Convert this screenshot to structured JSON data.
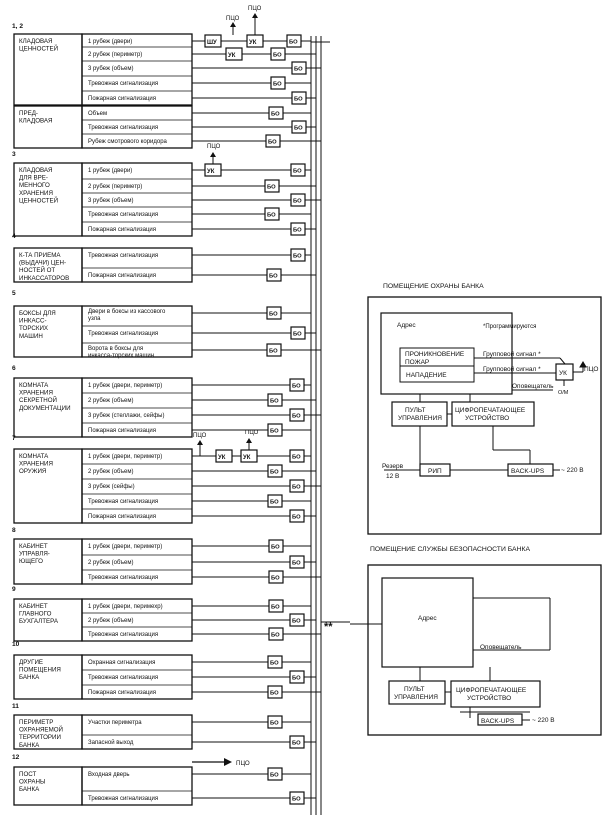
{
  "left": {
    "sections": [
      {
        "num": "1, 2",
        "title": [
          "КЛАДОВАЯ",
          "ЦЕННОСТЕЙ"
        ],
        "rows": [
          "1 рубеж (двери)",
          "2 рубеж (периметр)",
          "3 рубеж (объем)",
          "Тревожная сигнализация",
          "Пожарная сигнализация"
        ]
      },
      {
        "num": "",
        "title": [
          "ПРЕД-",
          "КЛАДОВАЯ"
        ],
        "rows": [
          "Объем",
          "Тревожная сигнализация",
          "Рубеж смотрового коридора"
        ]
      },
      {
        "num": "3",
        "title": [
          "КЛАДОВАЯ",
          "ДЛЯ ВРЕ-",
          "МЕННОГО",
          "ХРАНЕНИЯ",
          "ЦЕННОСТЕЙ"
        ],
        "rows": [
          "1 рубеж (двери)",
          "2 рубеж (периметр)",
          "3 рубеж (объем)",
          "Тревожная сигнализация",
          "Пожарная сигнализация"
        ]
      },
      {
        "num": "4",
        "title": [
          "К-ТА ПРИЕМА",
          "(ВЫДАЧИ) ЦЕН-",
          "НОСТЕЙ ОТ",
          "ИНКАССАТОРОВ"
        ],
        "rows": [
          "Тревожная сигнализация",
          "Пожарная сигнализация"
        ]
      },
      {
        "num": "5",
        "title": [
          "БОКСЫ ДЛЯ",
          "ИНКАСС-",
          "ТОРСКИХ",
          "МАШИН"
        ],
        "rows": [
          "Двери в боксы из кассового узла",
          "Тревожная сигнализация",
          "Ворота в боксы для инкасса-торских машин"
        ]
      },
      {
        "num": "6",
        "title": [
          "КОМНАТА",
          "ХРАНЕНИЯ",
          "СЕКРЕТНОЙ",
          "ДОКУМЕНТАЦИИ"
        ],
        "rows": [
          "1 рубеж (двери, периметр)",
          "2 рубеж (объем)",
          "3 рубеж (стеллажи, сейфы)",
          "Пожарная сигнализация"
        ]
      },
      {
        "num": "7",
        "title": [
          "КОМНАТА",
          "ХРАНЕНИЯ",
          "ОРУЖИЯ"
        ],
        "rows": [
          "1 рубеж (двери, периметр)",
          "2 рубеж (объем)",
          "3 рубеж (сейфы)",
          "Тревожная сигнализация",
          "Пожарная сигнализация"
        ]
      },
      {
        "num": "8",
        "title": [
          "КАБИНЕТ",
          "УПРАВЛЯ-",
          "ЮЩЕГО"
        ],
        "rows": [
          "1 рубеж (двери, периметр)",
          "2 рубеж (объем)",
          "Тревожная сигнализация"
        ]
      },
      {
        "num": "9",
        "title": [
          "КАБИНЕТ",
          "ГЛАВНОГО",
          "БУХГАЛТЕРА"
        ],
        "rows": [
          "1 рубеж (двери, перимехр)",
          "2 рубеж (объем)",
          "Тревожная сигнализация"
        ]
      },
      {
        "num": "10",
        "title": [
          "ДРУГИЕ",
          "ПОМЕЩЕНИЯ",
          "БАНКА"
        ],
        "rows": [
          "Охранная сигнализация",
          "Тревожная сигнализация",
          "Пожарная сигнализация"
        ]
      },
      {
        "num": "11",
        "title": [
          "ПЕРИМЕТР",
          "ОХРАНЯЕМОЙ",
          "ТЕРРИТОРИИ",
          "БАНКА"
        ],
        "rows": [
          "Участки периметра",
          "Запасной выход"
        ]
      },
      {
        "num": "12",
        "title": [
          "ПОСТ",
          "ОХРАНЫ",
          "БАНКА"
        ],
        "rows": [
          "Входная дверь",
          "Тревожная сигнализация"
        ]
      }
    ],
    "bo": "БО",
    "uk": "УК",
    "shu": "ШУ",
    "pco": "ПЦО",
    "pco_arrow": "→ ПЦО",
    "star2": "**"
  },
  "guard_room": {
    "title": "ПОМЕЩЕНИЕ ОХРАНЫ БАНКА",
    "address": "Адрес",
    "programmed": "*Программируются",
    "fire_lines": [
      "ПРОНИКНОВЕНИЕ",
      "ПОЖАР"
    ],
    "attack": "НАПАДЕНИЕ",
    "group1": "Групповой сигнал *",
    "group2": "Групповой сигнал *",
    "announcer": "Оповещатель",
    "uk": "УК",
    "pco": "ПЦО",
    "om": "О/М",
    "console": [
      "ПУЛЬТ",
      "УПРАВЛЕНИЯ"
    ],
    "printer": [
      "ЦИФРОПЕЧАТАЮЩЕЕ",
      "УСТРОЙСТВО"
    ],
    "reserve": [
      "Резерв",
      "12 В"
    ],
    "rip": "РИП",
    "ups": "BACK-UPS",
    "mains": "~ 220 В"
  },
  "security_room": {
    "title": "ПОМЕЩЕНИЕ СЛУЖБЫ БЕЗОПАСНОСТИ БАНКА",
    "address": "Адрес",
    "announcer": "Оповещатель",
    "console": [
      "ПУЛЬТ",
      "УПРАВЛЕНИЯ"
    ],
    "printer": [
      "ЦИФРОПЕЧАТАЮЩЕЕ",
      "УСТРОЙСТВО"
    ],
    "ups": "BACK-UPS",
    "mains": "~ 220 В"
  }
}
